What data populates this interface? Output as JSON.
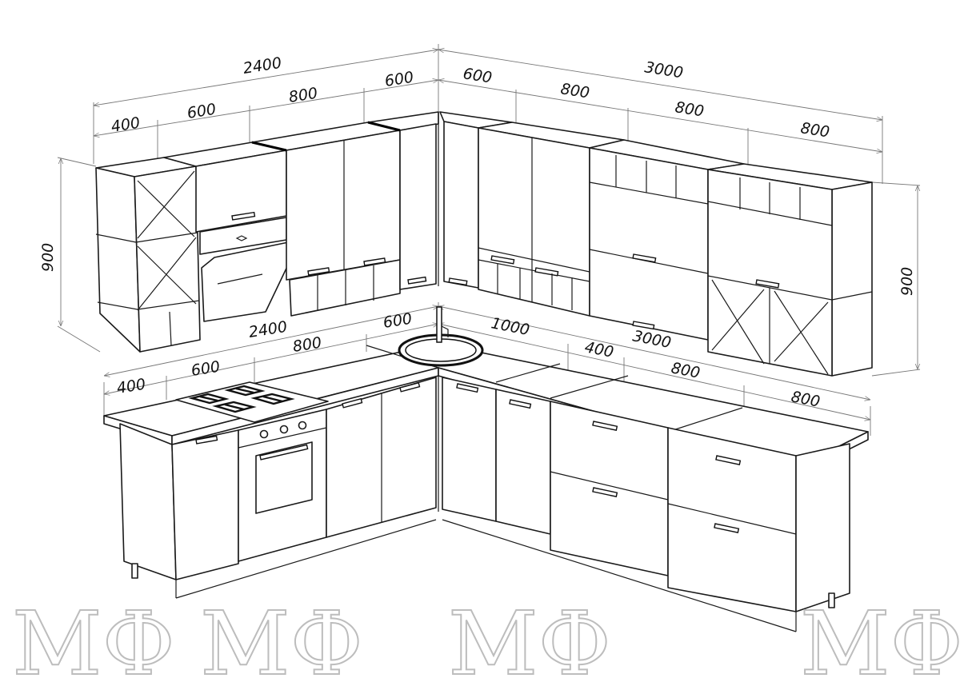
{
  "drawing": {
    "watermark": "МФ",
    "upper_left": {
      "total": "2400",
      "segments": [
        "400",
        "600",
        "800",
        "600"
      ],
      "height": "900"
    },
    "upper_right": {
      "total": "3000",
      "segments": [
        "600",
        "800",
        "800",
        "800"
      ],
      "height": "900"
    },
    "lower_left": {
      "total": "2400",
      "segments": [
        "400",
        "600",
        "800",
        "600"
      ]
    },
    "lower_right": {
      "total": "3000",
      "segments": [
        "1000",
        "400",
        "800",
        "800"
      ]
    }
  }
}
